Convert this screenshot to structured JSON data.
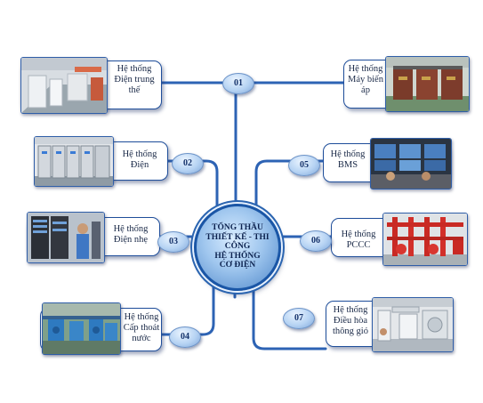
{
  "hub": {
    "title": "TỔNG THẦU\nTHIẾT KẾ - THI\nCÔNG\nHỆ THỐNG\nCƠ ĐIỆN"
  },
  "systems": [
    {
      "number": "01",
      "label": "Hệ thống\nĐiện trung\nthế",
      "icon": "medium-voltage-room-photo"
    },
    {
      "number": "01",
      "label": "Hệ thống\nMáy biến\náp",
      "icon": "transformer-photo"
    },
    {
      "number": "02",
      "label": "Hệ thống\nĐiện",
      "icon": "switchboard-photo"
    },
    {
      "number": "05",
      "label": "Hệ thống\nBMS",
      "icon": "control-room-photo"
    },
    {
      "number": "03",
      "label": "Hệ thống\nĐiện nhẹ",
      "icon": "server-rack-photo"
    },
    {
      "number": "06",
      "label": "Hệ thống\nPCCC",
      "icon": "fire-pump-photo"
    },
    {
      "number": "04",
      "label": "Hệ thống\nCấp thoát\nnước",
      "icon": "water-pump-photo"
    },
    {
      "number": "07",
      "label": "Hệ thống\nĐiều hòa\nthông gió",
      "icon": "hvac-duct-photo"
    }
  ],
  "colors": {
    "connector": "#2d63b4",
    "card_border": "#1f4e9a",
    "hub_ring": "#1a56a6",
    "badge_text": "#12306a"
  }
}
